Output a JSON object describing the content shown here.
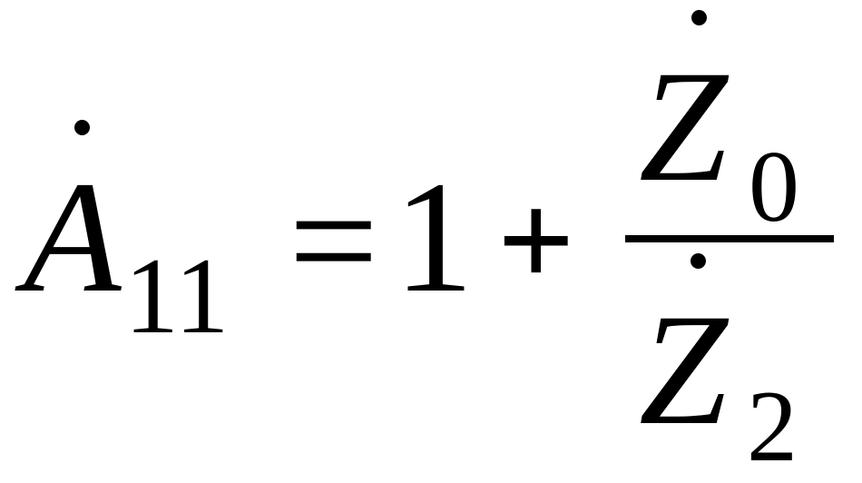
{
  "formula": {
    "lhs_symbol": "A",
    "lhs_subscript": "11",
    "equals": "=",
    "one": "1",
    "plus": "+",
    "numerator_symbol": "Z",
    "numerator_subscript": "0",
    "denominator_symbol": "Z",
    "denominator_subscript": "2"
  }
}
